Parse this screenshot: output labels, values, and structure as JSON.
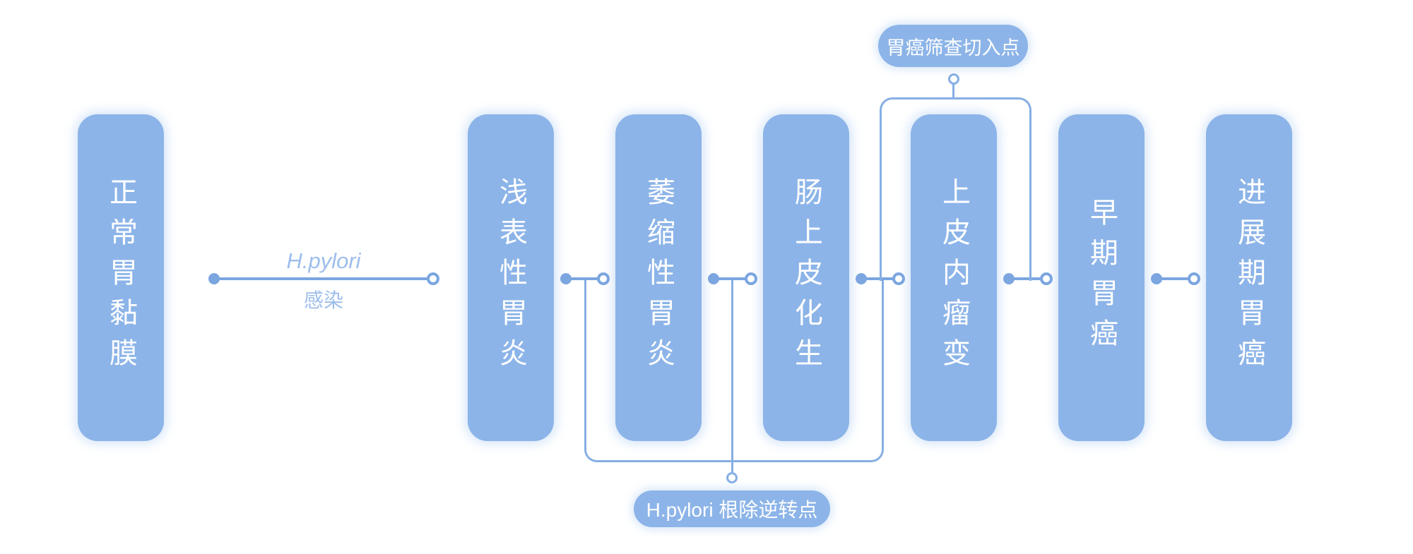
{
  "diagram": {
    "stages": [
      {
        "label": "正常胃黏膜"
      },
      {
        "label": "浅表性胃炎"
      },
      {
        "label": "萎缩性胃炎"
      },
      {
        "label": "肠上皮化生"
      },
      {
        "label": "上皮内瘤变"
      },
      {
        "label": "早期胃癌"
      },
      {
        "label": "进展期胃癌"
      }
    ],
    "transition": {
      "line1": "H.pylori",
      "line2": "感染"
    },
    "connections": [
      {
        "from": "正常胃黏膜",
        "to": "浅表性胃炎",
        "label": "H.pylori 感染"
      },
      {
        "from": "浅表性胃炎",
        "to": "萎缩性胃炎",
        "label": ""
      },
      {
        "from": "萎缩性胃炎",
        "to": "肠上皮化生",
        "label": ""
      },
      {
        "from": "肠上皮化生",
        "to": "上皮内瘤变",
        "label": ""
      },
      {
        "from": "上皮内瘤变",
        "to": "早期胃癌",
        "label": ""
      },
      {
        "from": "早期胃癌",
        "to": "进展期胃癌",
        "label": ""
      }
    ],
    "annotations": {
      "screening": {
        "label": "胃癌筛查切入点",
        "position": "top",
        "brackets_stage": "上皮内瘤变"
      },
      "eradication": {
        "label": "H.pylori 根除逆转点",
        "position": "bottom",
        "brackets_stages": [
          "萎缩性胃炎",
          "肠上皮化生"
        ]
      }
    },
    "colors": {
      "box_fill": "#8CB4E8",
      "connector": "#7BA6E0",
      "bracket": "#86AEE4",
      "transition_text": "#9DBEEB",
      "stage_text": "#FFFFFF",
      "background": "#FFFFFF"
    }
  }
}
